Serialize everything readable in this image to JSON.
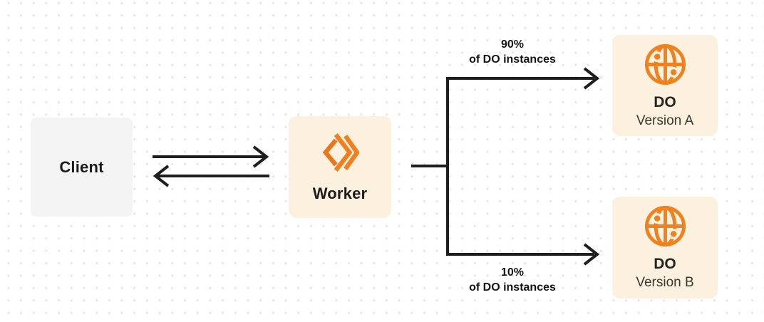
{
  "diagram": {
    "nodes": {
      "client": {
        "label": "Client"
      },
      "worker": {
        "label": "Worker",
        "icon": "workers-icon"
      },
      "do_a": {
        "title": "DO",
        "subtitle": "Version A",
        "icon": "durable-object-globe-icon"
      },
      "do_b": {
        "title": "DO",
        "subtitle": "Version B",
        "icon": "durable-object-globe-icon"
      }
    },
    "edges": {
      "split_to_a": {
        "percent": "90%",
        "caption": "of DO instances"
      },
      "split_to_b": {
        "percent": "10%",
        "caption": "of DO instances"
      }
    },
    "colors": {
      "accent_orange": "#f0801f",
      "node_cream": "#fcf0df",
      "node_gray": "#f4f4f5",
      "arrow_line": "#1e1e1e",
      "text_primary": "#1c1b1a",
      "text_secondary": "#3a372f",
      "dot_grid": "#e5e5e7"
    }
  }
}
